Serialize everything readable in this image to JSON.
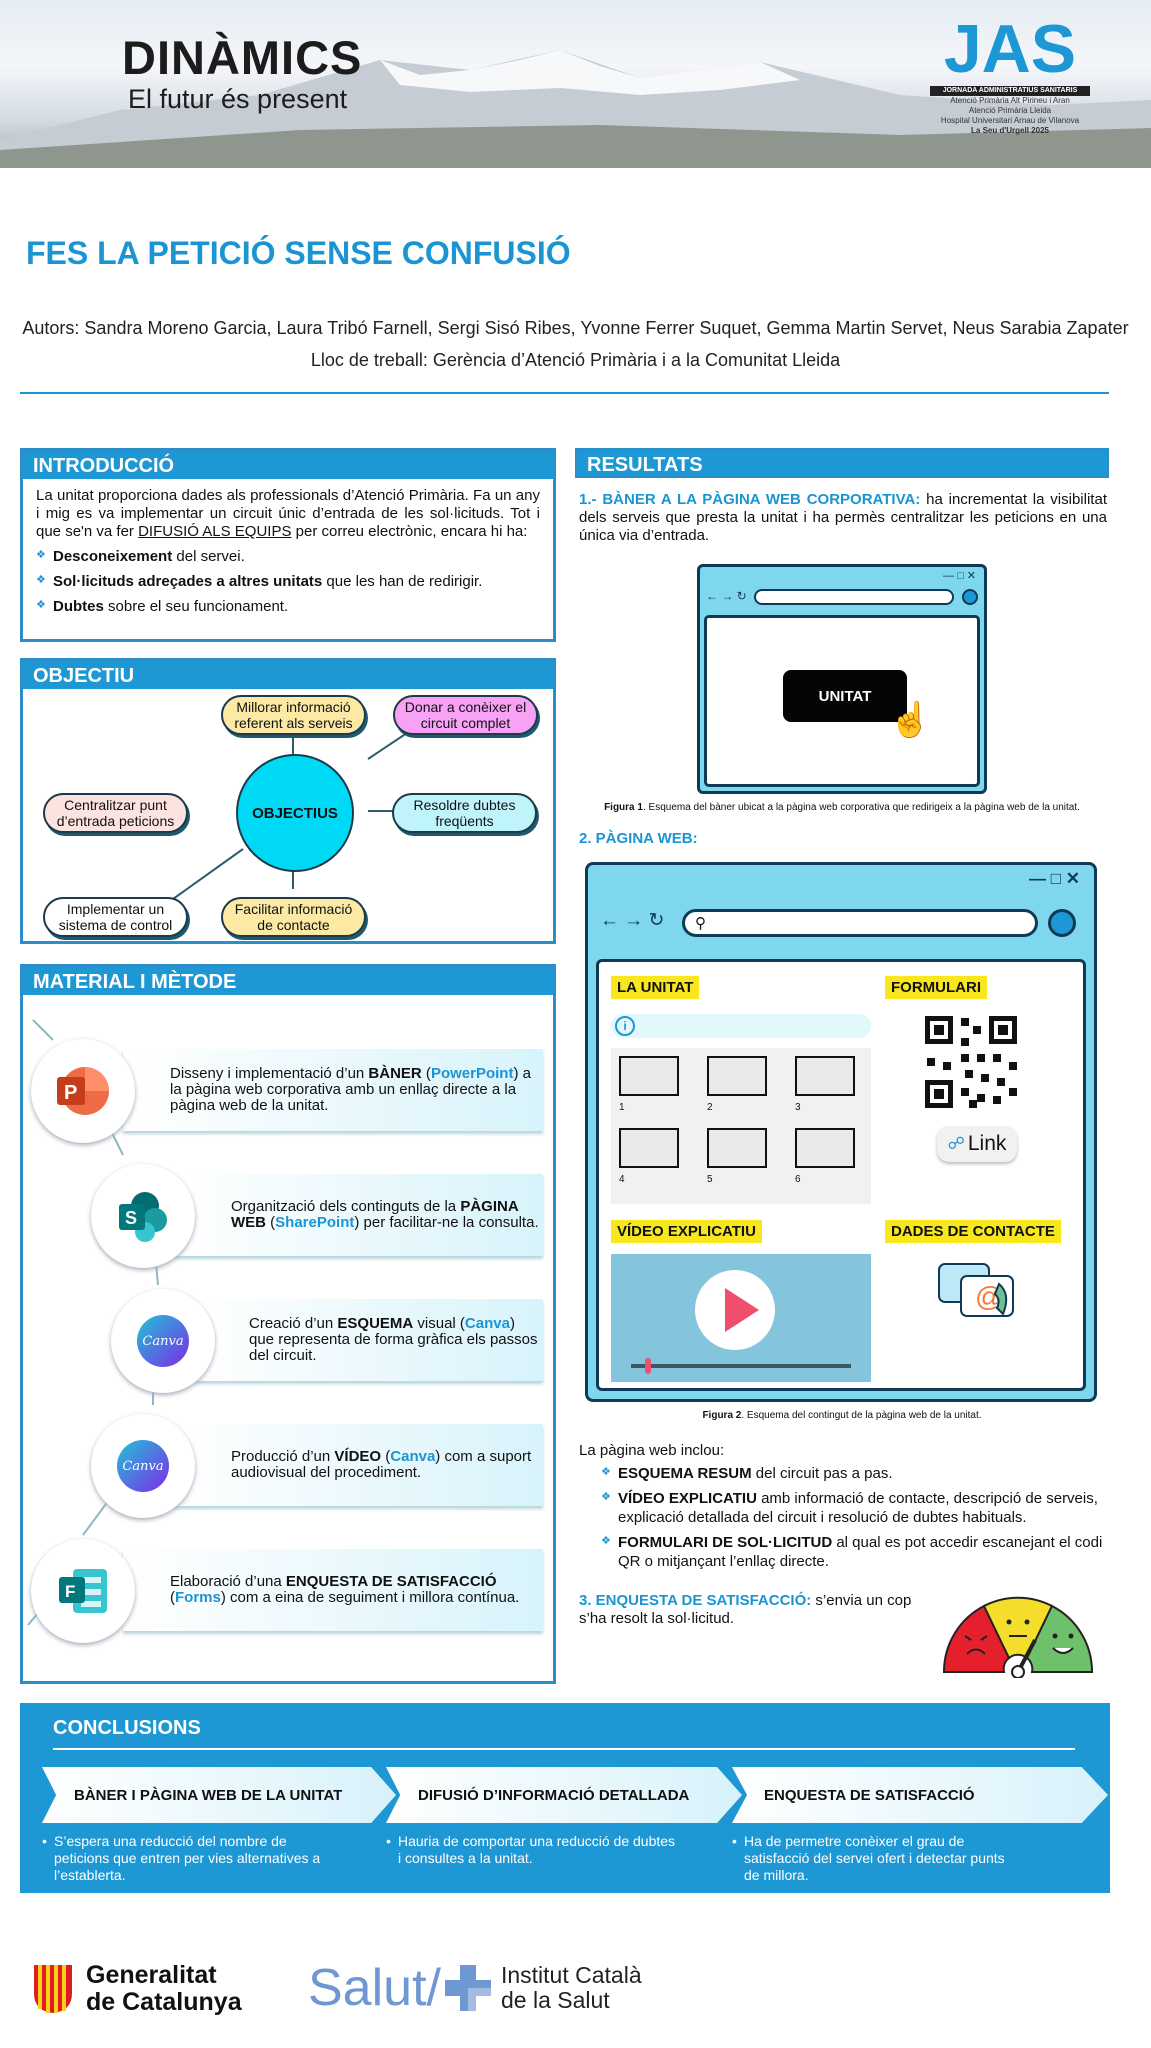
{
  "header": {
    "brand_main": "DINÀMICS",
    "brand_sub": "El futur és present",
    "event_logo": {
      "mark": "JAS",
      "banner": "JORNADA ADMINISTRATIUS SANITARIS",
      "line1": "Atenció Primària Alt Pirineu i Aran",
      "line2": "Atenció Primària Lleida",
      "line3": "Hospital Universitari Arnau de Vilanova",
      "place": "La Seu d'Urgell 2025"
    }
  },
  "title": "FES LA PETICIÓ SENSE CONFUSIÓ",
  "authors": "Autors: Sandra Moreno Garcia, Laura Tribó Farnell, Sergi Sisó Ribes, Yvonne Ferrer Suquet, Gemma Martin Servet, Neus Sarabia Zapater",
  "workplace": "Lloc de treball: Gerència d’Atenció Primària i a la Comunitat Lleida",
  "intro": {
    "heading": "INTRODUCCIÓ",
    "text_a": "La unitat proporciona dades als professionals d’Atenció Primària. Fa un any i mig es va implementar un circuit únic d’entrada de les sol·licituds. Tot i que se'n va fer ",
    "text_link": "DIFUSIÓ ALS EQUIPS",
    "text_b": " per correu electrònic, encara hi ha:",
    "items": [
      {
        "bold": "Desconeixement",
        "rest": " del servei."
      },
      {
        "bold": "Sol·licituds adreçades a altres unitats",
        "rest": " que les han de redirigir."
      },
      {
        "bold": "Dubtes",
        "rest": " sobre el seu funcionament."
      }
    ]
  },
  "objective": {
    "heading": "OBJECTIU",
    "center": "OBJECTIUS",
    "bubbles": [
      "Millorar informació referent als serveis",
      "Donar a conèixer el circuit complet",
      "Centralitzar punt d’entrada peticions",
      "Resoldre dubtes freqüents",
      "Implementar un sistema de control",
      "Facilitar informació de contacte"
    ]
  },
  "method": {
    "heading": "MATERIAL I MÈTODE",
    "steps": [
      {
        "icon": "powerpoint-icon",
        "pre": "Disseny i implementació d’un ",
        "bold": "BÀNER",
        "mid": " (",
        "tool": "PowerPoint",
        "post": ") a la pàgina web corporativa amb un enllaç directe a la pàgina web de la unitat."
      },
      {
        "icon": "sharepoint-icon",
        "pre": "Organització dels continguts de la ",
        "bold": "PÀGINA WEB",
        "mid": " (",
        "tool": "SharePoint",
        "post": ") per facilitar-ne la consulta."
      },
      {
        "icon": "canva-icon",
        "pre": "Creació d’un ",
        "bold": "ESQUEMA",
        "mid": " visual (",
        "tool": "Canva",
        "post": ") que representa de forma gràfica els passos del circuit."
      },
      {
        "icon": "canva-icon",
        "pre": "Producció d’un ",
        "bold": "VÍDEO",
        "mid": " (",
        "tool": "Canva",
        "post": ") com a suport audiovisual del procediment."
      },
      {
        "icon": "forms-icon",
        "pre": "Elaboració d’una ",
        "bold": "ENQUESTA DE SATISFACCIÓ",
        "mid": " (",
        "tool": "Forms",
        "post": ") com a eina de seguiment i millora contínua."
      }
    ],
    "canva_word": "Canva"
  },
  "results": {
    "heading": "RESULTATS",
    "r1_head": "1.- BÀNER A LA PÀGINA WEB CORPORATIVA:",
    "r1_text": " ha incrementat la visibilitat dels serveis que presta la unitat i ha permès centralitzar les peticions en una única via d’entrada.",
    "banner_button": "UNITAT",
    "fig1_label": "Figura 1",
    "fig1_text": ". Esquema del bàner ubicat a la pàgina web corporativa que redirigeix a la pàgina web de la unitat.",
    "r2_head": "2. PÀGINA WEB:",
    "web_tags": [
      "LA UNITAT",
      "FORMULARI",
      "VÍDEO EXPLICATIU",
      "DADES DE CONTACTE"
    ],
    "link_label": "Link",
    "step_numbers": [
      "1",
      "2",
      "3",
      "4",
      "5",
      "6"
    ],
    "fig2_label": "Figura 2",
    "fig2_text": ". Esquema del contingut de la pàgina web de la unitat.",
    "web_includes": "La pàgina web inclou:",
    "web_items": [
      {
        "bold": "ESQUEMA RESUM",
        "rest": " del circuit pas a pas."
      },
      {
        "bold": "VÍDEO EXPLICATIU",
        "rest": " amb informació de contacte, descripció de serveis, explicació detallada del circuit i resolució de dubtes habituals."
      },
      {
        "bold": "FORMULARI DE SOL·LICITUD",
        "rest": " al qual es pot accedir escanejant el codi QR o mitjançant l’enllaç directe."
      }
    ],
    "r3_head": "3. ENQUESTA DE SATISFACCIÓ:",
    "r3_text": " s’envia un cop s’ha resolt la sol·licitud."
  },
  "conclusions": {
    "heading": "CONCLUSIONS",
    "items": [
      {
        "title": "BÀNER I PÀGINA WEB DE LA UNITAT",
        "text": "S’espera una reducció del nombre de peticions que entren per vies alternatives a l’establerta."
      },
      {
        "title": "DIFUSIÓ D’INFORMACIÓ DETALLADA",
        "text": "Hauria de comportar una reducció de dubtes i consultes a la unitat."
      },
      {
        "title": "ENQUESTA DE SATISFACCIÓ",
        "text": "Ha de permetre conèixer el grau de satisfacció del servei ofert i detectar punts de millora."
      }
    ]
  },
  "footer": {
    "gencat_line1": "Generalitat",
    "gencat_line2": "de Catalunya",
    "salut": "Salut/",
    "ics_line1": "Institut Català",
    "ics_line2": "de la Salut"
  }
}
